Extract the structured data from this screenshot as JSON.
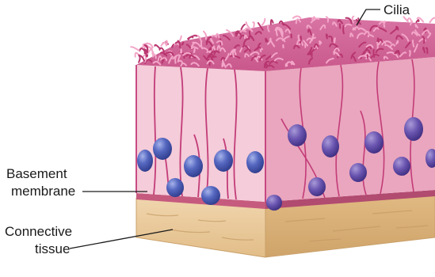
{
  "labels": {
    "cilia": "Cilia",
    "basement_membrane_line1": "Basement",
    "basement_membrane_line2": "membrane",
    "connective_tissue_line1": "Connective",
    "connective_tissue_line2": "tissue"
  },
  "colors": {
    "cilia": "#c0407e",
    "cell_front": "#f4c9d6",
    "cell_outline": "#c23c78",
    "cell_right_face": "#e9a3bb",
    "nucleus": "#4a5bb0",
    "nucleus_highlight": "#9aa8e0",
    "basement_membrane": "#c65a7e",
    "connective_tissue": "#e8c89a",
    "connective_tissue_dark": "#c9a06a"
  }
}
